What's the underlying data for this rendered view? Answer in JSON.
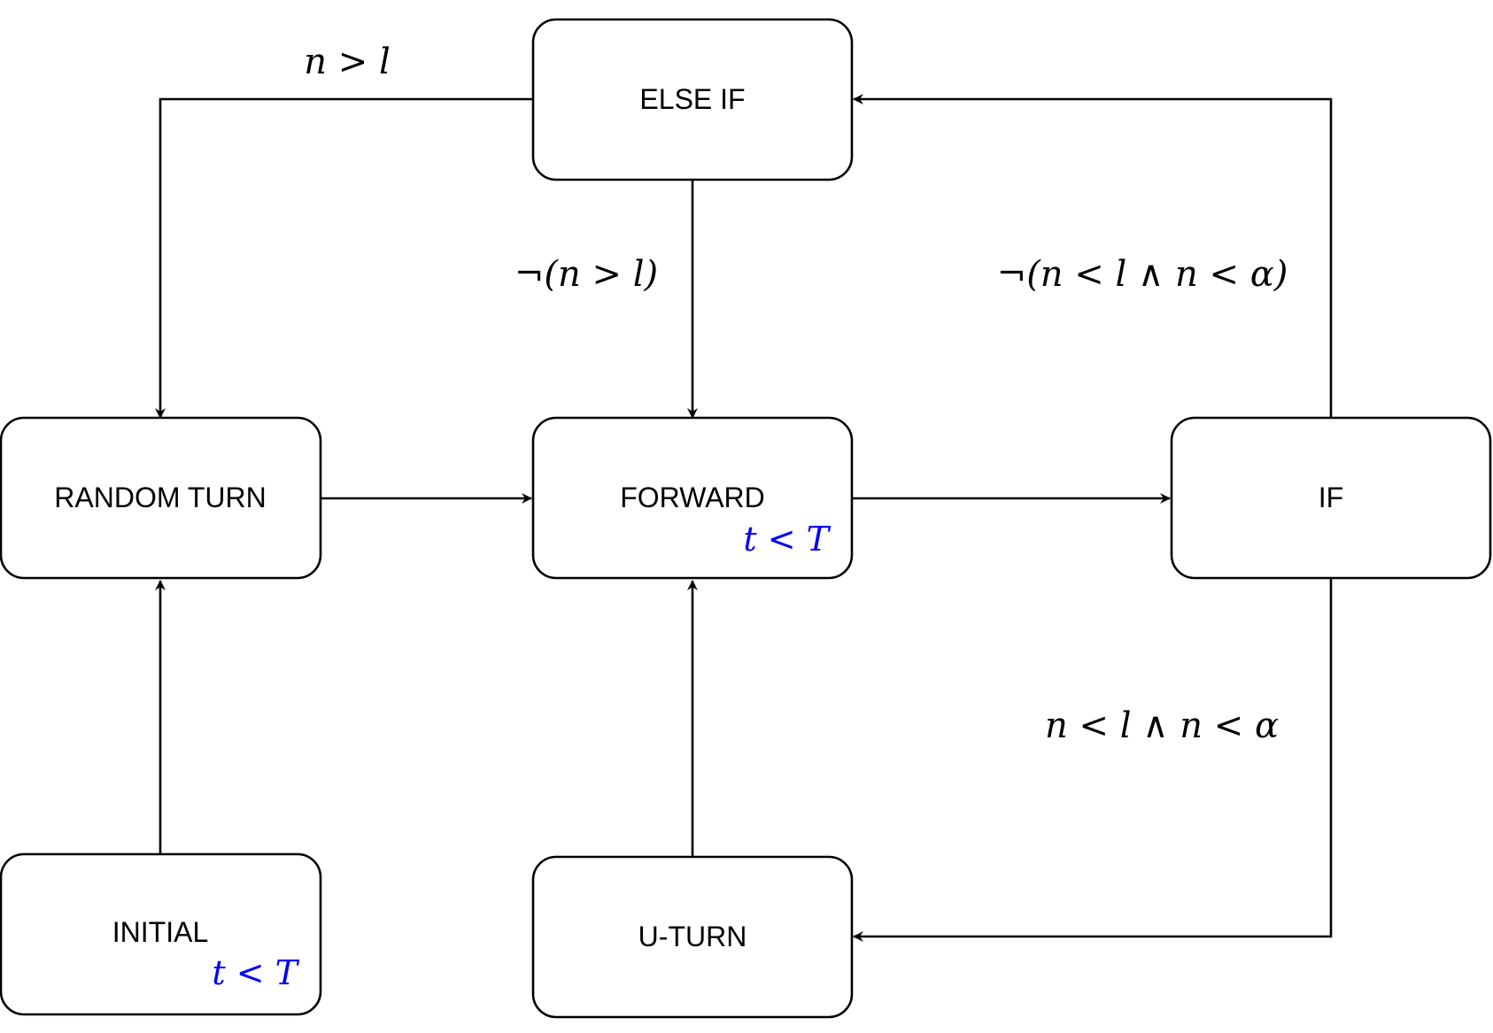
{
  "colors": {
    "stroke": "#000000",
    "guard": "#0000ff",
    "background": "#ffffff"
  },
  "nodes": {
    "else_if": {
      "label": "ELSE IF"
    },
    "random_turn": {
      "label": "RANDOM TURN"
    },
    "forward": {
      "label": "FORWARD",
      "guard": "t < T"
    },
    "if": {
      "label": "IF"
    },
    "initial": {
      "label": "INITIAL",
      "guard": "t < T"
    },
    "u_turn": {
      "label": "U-TURN"
    }
  },
  "edges": {
    "else_if_to_random_turn": {
      "condition": "n > l"
    },
    "else_if_to_forward": {
      "condition": "¬(n > l)"
    },
    "if_to_else_if": {
      "condition": "¬(n < l ∧ n < α)"
    },
    "if_to_u_turn": {
      "condition": "n < l ∧ n < α"
    },
    "random_turn_to_forward": {
      "condition": ""
    },
    "forward_to_if": {
      "condition": ""
    },
    "initial_to_random_turn": {
      "condition": ""
    },
    "u_turn_to_forward": {
      "condition": ""
    }
  }
}
